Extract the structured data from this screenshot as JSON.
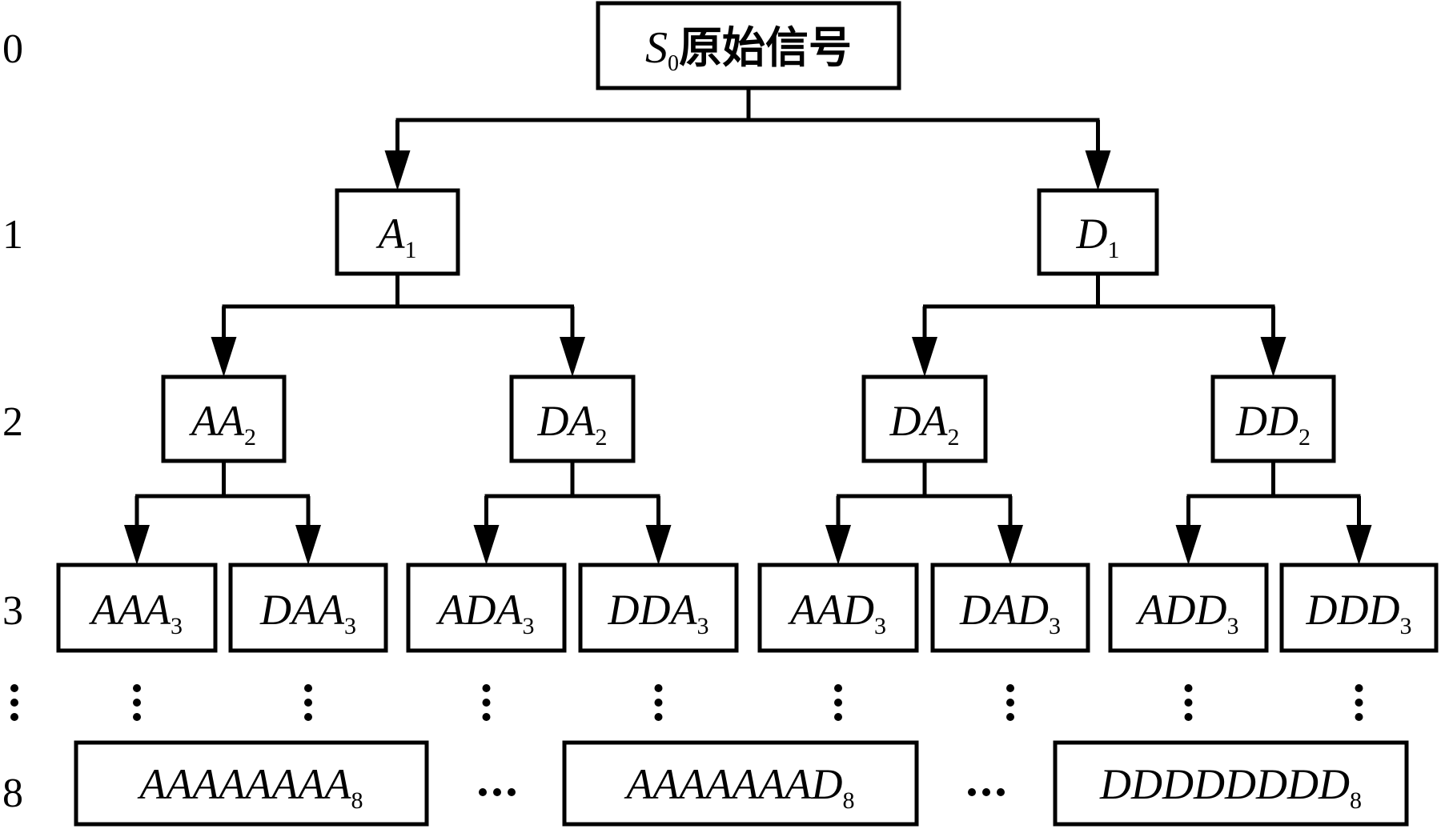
{
  "diagram": {
    "title": "Wavelet packet decomposition tree",
    "level_labels": [
      "0",
      "1",
      "2",
      "3",
      "⋮",
      "8"
    ],
    "root": {
      "symbol": "S",
      "subscript": "0",
      "suffix": "原始信号"
    },
    "level1": [
      {
        "main": "A",
        "subscript": "1"
      },
      {
        "main": "D",
        "subscript": "1"
      }
    ],
    "level2": [
      {
        "main": "AA",
        "subscript": "2"
      },
      {
        "main": "DA",
        "subscript": "2"
      },
      {
        "main": "DA",
        "subscript": "2"
      },
      {
        "main": "DD",
        "subscript": "2"
      }
    ],
    "level3": [
      {
        "main": "AAA",
        "subscript": "3"
      },
      {
        "main": "DAA",
        "subscript": "3"
      },
      {
        "main": "ADA",
        "subscript": "3"
      },
      {
        "main": "DDA",
        "subscript": "3"
      },
      {
        "main": "AAD",
        "subscript": "3"
      },
      {
        "main": "DAD",
        "subscript": "3"
      },
      {
        "main": "ADD",
        "subscript": "3"
      },
      {
        "main": "DDD",
        "subscript": "3"
      }
    ],
    "level8": [
      {
        "main": "AAAAAAAA",
        "subscript": "8"
      },
      {
        "main": "AAAAAAAD",
        "subscript": "8"
      },
      {
        "main": "DDDDDDDD",
        "subscript": "8"
      }
    ],
    "ellipsis_horizontal": "···",
    "ellipsis_vertical": "⋮",
    "line_color": "#000000",
    "background": "#ffffff"
  }
}
